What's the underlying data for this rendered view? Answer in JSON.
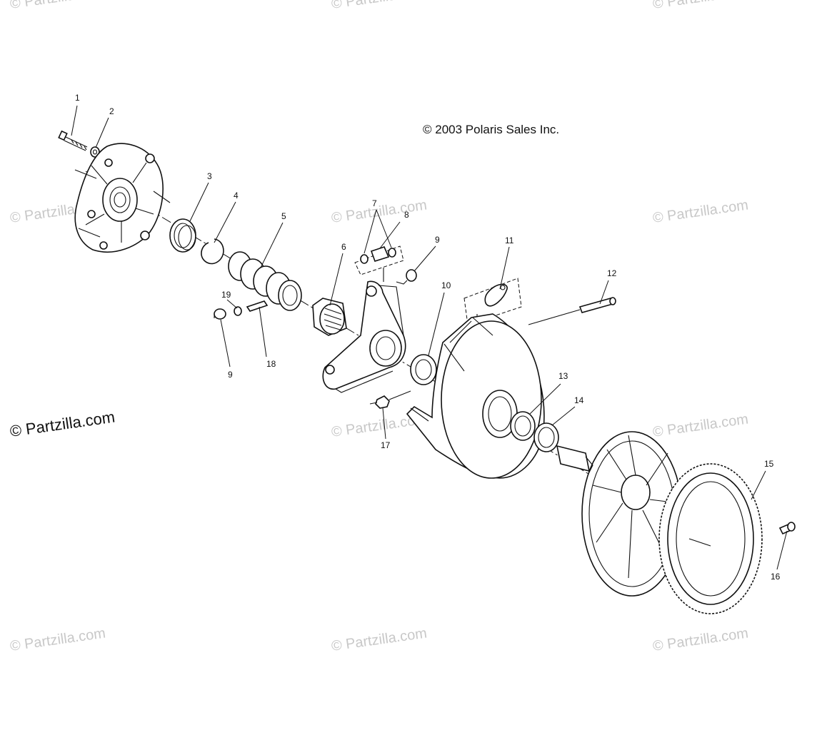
{
  "copyright": "© 2003 Polaris Sales Inc.",
  "watermark_text": "© Partzilla.com",
  "watermark_main": "© Partzilla.com",
  "callouts": {
    "c1": "1",
    "c2": "2",
    "c3": "3",
    "c4": "4",
    "c5": "5",
    "c6": "6",
    "c7": "7",
    "c8": "8",
    "c9a": "9",
    "c9b": "9",
    "c10": "10",
    "c11": "11",
    "c12": "12",
    "c13": "13",
    "c14": "14",
    "c15": "15",
    "c16": "16",
    "c17": "17",
    "c18": "18",
    "c19": "19"
  },
  "colors": {
    "ink": "#111111",
    "watermark": "#c8c8c8",
    "background": "#ffffff"
  }
}
